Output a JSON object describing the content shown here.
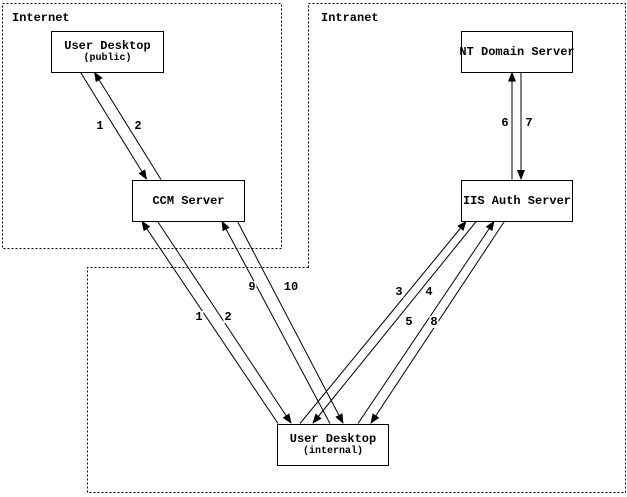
{
  "diagram": {
    "regions": {
      "internet": {
        "label": "Internet"
      },
      "intranet": {
        "label": "Intranet"
      }
    },
    "nodes": {
      "user_desktop_public": {
        "title": "User Desktop",
        "subtitle": "(public)"
      },
      "nt_domain_server": {
        "title": "NT Domain Server"
      },
      "ccm_server": {
        "title": "CCM Server"
      },
      "iis_auth_server": {
        "title": "IIS Auth Server"
      },
      "user_desktop_internal": {
        "title": "User Desktop",
        "subtitle": "(internal)"
      }
    },
    "edges": {
      "e1_public": {
        "label": "1",
        "from": "User Desktop (public)",
        "to": "CCM Server"
      },
      "e2_public": {
        "label": "2",
        "from": "CCM Server",
        "to": "User Desktop (public)"
      },
      "e1_internal": {
        "label": "1",
        "from": "User Desktop (internal)",
        "to": "CCM Server"
      },
      "e2_internal": {
        "label": "2",
        "from": "CCM Server",
        "to": "User Desktop (internal)"
      },
      "e3": {
        "label": "3",
        "from": "User Desktop (internal)",
        "to": "IIS Auth Server"
      },
      "e4": {
        "label": "4",
        "from": "IIS Auth Server",
        "to": "User Desktop (internal)"
      },
      "e5": {
        "label": "5",
        "from": "User Desktop (internal)",
        "to": "IIS Auth Server"
      },
      "e6": {
        "label": "6",
        "from": "IIS Auth Server",
        "to": "NT Domain Server"
      },
      "e7": {
        "label": "7",
        "from": "NT Domain Server",
        "to": "IIS Auth Server"
      },
      "e8": {
        "label": "8",
        "from": "IIS Auth Server",
        "to": "User Desktop (internal)"
      },
      "e9": {
        "label": "9",
        "from": "User Desktop (internal)",
        "to": "CCM Server"
      },
      "e10": {
        "label": "10",
        "from": "CCM Server",
        "to": "User Desktop (internal)"
      }
    },
    "colors": {
      "line": "#000000",
      "background": "#ffffff"
    }
  }
}
